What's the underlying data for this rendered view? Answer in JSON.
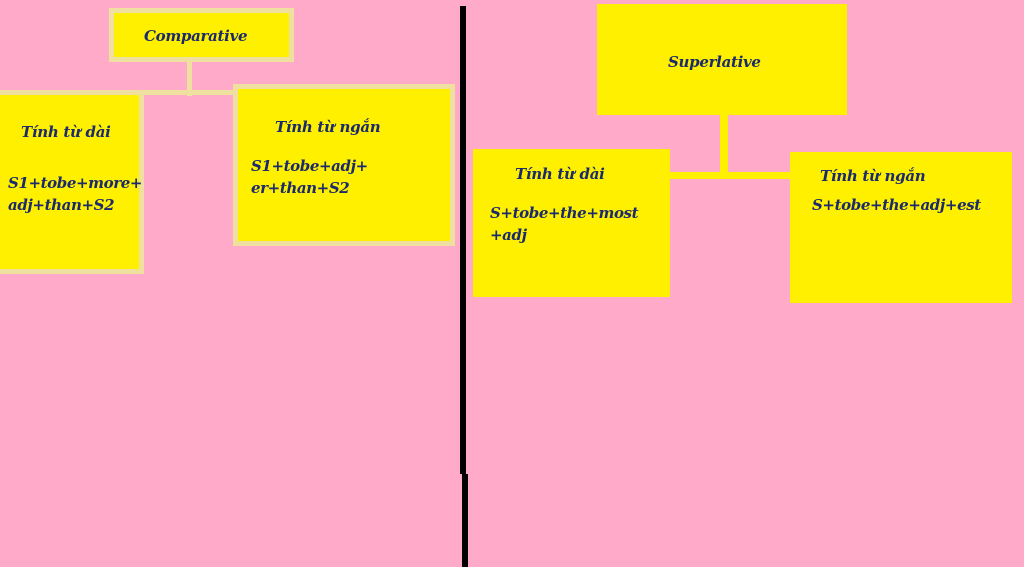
{
  "comparative": {
    "title": "Comparative",
    "long": {
      "heading": "Tính từ dài",
      "formula_line1": "S1+tobe+more+",
      "formula_line2": "adj+than+S2"
    },
    "short": {
      "heading": "Tính từ ngắn",
      "formula": "S1+tobe+adj+ er+than+S2"
    }
  },
  "superlative": {
    "title": "Superlative",
    "long": {
      "heading": "Tính từ dài",
      "formula": "S+tobe+the+most +adj"
    },
    "short": {
      "heading": "Tính từ ngắn",
      "formula": "S+tobe+the+adj+est"
    }
  },
  "colors": {
    "background": "#FFAAC8",
    "box": "#FFF000",
    "border": "#F0E0A0",
    "text": "#1A2A6C",
    "divider": "#000000"
  }
}
